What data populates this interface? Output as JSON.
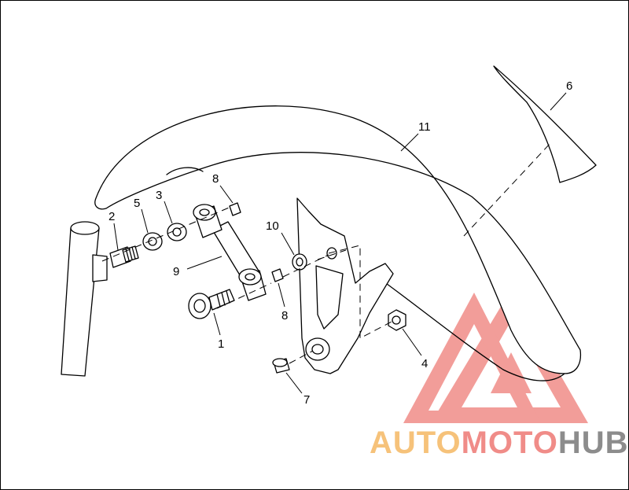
{
  "callouts": [
    {
      "id": "1",
      "label": "1"
    },
    {
      "id": "2",
      "label": "2"
    },
    {
      "id": "3",
      "label": "3"
    },
    {
      "id": "4",
      "label": "4"
    },
    {
      "id": "5",
      "label": "5"
    },
    {
      "id": "6",
      "label": "6"
    },
    {
      "id": "7",
      "label": "7"
    },
    {
      "id": "8a",
      "label": "8"
    },
    {
      "id": "8b",
      "label": "8"
    },
    {
      "id": "9",
      "label": "9"
    },
    {
      "id": "10",
      "label": "10"
    },
    {
      "id": "11",
      "label": "11"
    }
  ],
  "watermark": {
    "part1": "AUTO",
    "part2": "MOTO",
    "part3": "HUB",
    "color1": "#f6c27a",
    "color2": "#f08c88",
    "color3": "#8c8c8c",
    "logo_color": "#f08c88"
  }
}
